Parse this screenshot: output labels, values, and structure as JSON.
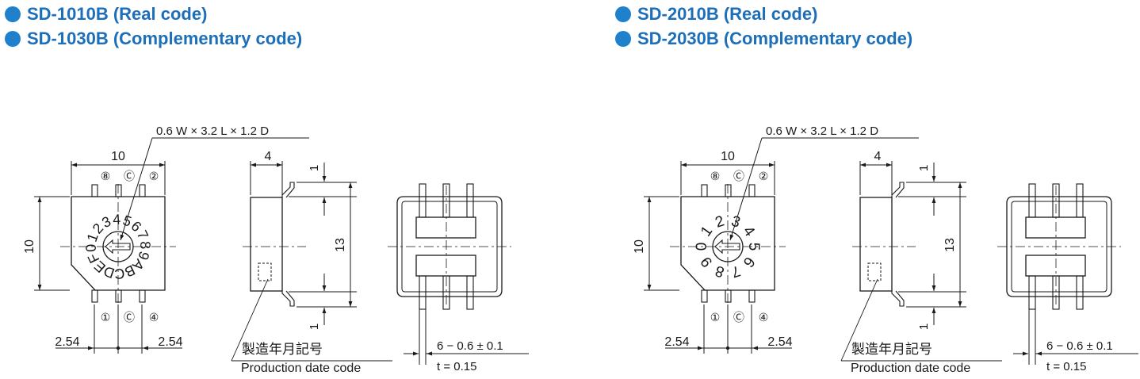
{
  "left_headers": [
    "SD-1010B (Real code)",
    "SD-1030B (Complementary code)"
  ],
  "right_headers": [
    "SD-2010B (Real code)",
    "SD-2030B (Complementary code)"
  ],
  "colors": {
    "heading": "#1c6fb8",
    "bullet": "#1f80cc",
    "line": "#1a1a1a"
  },
  "dims": {
    "slot": "0.6 W × 3.2 L × 1.2 D",
    "width": "10",
    "height": "10",
    "side_width": "4",
    "lead_top": "1",
    "lead_bottom": "1",
    "total_height": "13",
    "pitch_left": "2.54",
    "pitch_right": "2.54",
    "pins": "6 − 0.6 ± 0.1",
    "thickness": "t = 0.15"
  },
  "pins": {
    "top": [
      "⑧",
      "Ⓒ",
      "②"
    ],
    "bottom": [
      "①",
      "Ⓒ",
      "④"
    ]
  },
  "date_code": {
    "jp": "製造年月記号",
    "en": "Production date code"
  },
  "dial16": [
    "0",
    "1",
    "2",
    "3",
    "4",
    "5",
    "6",
    "7",
    "8",
    "9",
    "A",
    "B",
    "C",
    "D",
    "E",
    "F"
  ],
  "dial10": [
    "0",
    "1",
    "2",
    "3",
    "4",
    "5",
    "6",
    "7",
    "8",
    "9"
  ]
}
